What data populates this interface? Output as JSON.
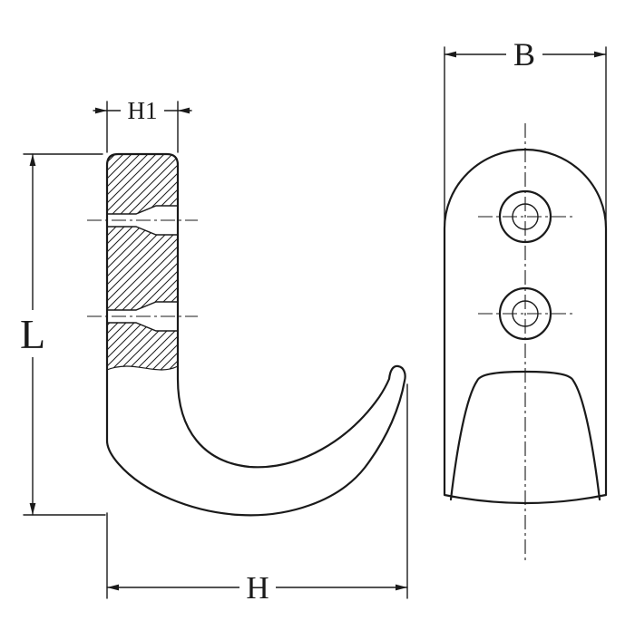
{
  "meta": {
    "background": "#ffffff",
    "ink": "#1a1a1a",
    "drawing_type": "technical dimension drawing of a wall hook, side section view and front view"
  },
  "labels": {
    "h1": "H1",
    "l": "L",
    "h": "H",
    "b": "B"
  }
}
